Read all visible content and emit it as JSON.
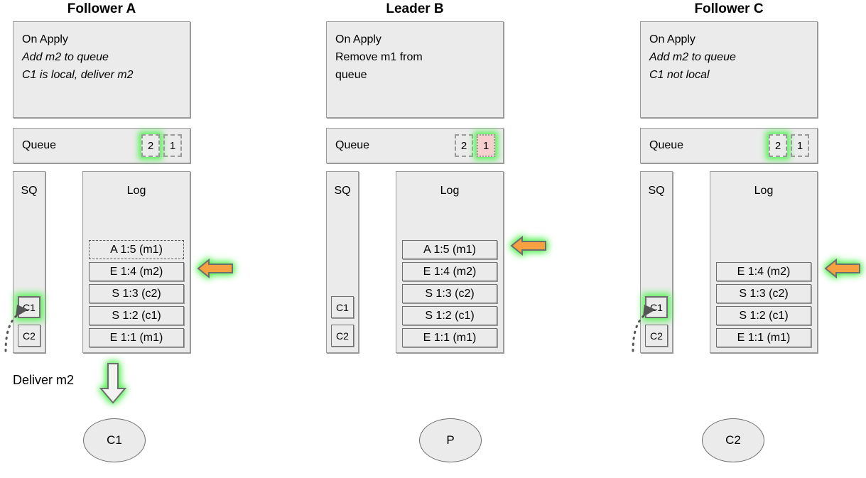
{
  "columns": [
    {
      "id": "follower-a",
      "title": "Follower A",
      "apply": {
        "heading": "On Apply",
        "lines": [
          "Add m2 to queue",
          "C1 is local, deliver m2"
        ]
      },
      "queue": {
        "label": "Queue",
        "slots": [
          {
            "value": "2",
            "style": "dashed",
            "highlight": true
          },
          {
            "value": "1",
            "style": "dashed",
            "highlight": false
          }
        ]
      },
      "sq": {
        "label": "SQ",
        "items": [
          {
            "value": "C1",
            "highlight": true
          },
          {
            "value": "C2",
            "highlight": false
          }
        ]
      },
      "log": {
        "label": "Log",
        "items": [
          {
            "value": "A 1:5 (m1)",
            "style": "dashed"
          },
          {
            "value": "E 1:4 (m2)",
            "style": "solid"
          },
          {
            "value": "S 1:3 (c2)",
            "style": "solid"
          },
          {
            "value": "S 1:2 (c1)",
            "style": "solid"
          },
          {
            "value": "E 1:1 (m1)",
            "style": "solid"
          }
        ]
      },
      "arrow_target_index": 1,
      "has_dotted_connector": true
    },
    {
      "id": "leader-b",
      "title": "Leader B",
      "apply": {
        "heading": "On Apply",
        "lines": [
          "Remove m1 from",
          "queue"
        ]
      },
      "queue": {
        "label": "Queue",
        "slots": [
          {
            "value": "2",
            "style": "dashed",
            "highlight": false
          },
          {
            "value": "1",
            "style": "pink-dotted",
            "highlight": true
          }
        ]
      },
      "sq": {
        "label": "SQ",
        "items": [
          {
            "value": "C1",
            "highlight": false
          },
          {
            "value": "C2",
            "highlight": false
          }
        ]
      },
      "log": {
        "label": "Log",
        "items": [
          {
            "value": "A 1:5 (m1)",
            "style": "solid"
          },
          {
            "value": "E 1:4 (m2)",
            "style": "solid"
          },
          {
            "value": "S 1:3 (c2)",
            "style": "solid"
          },
          {
            "value": "S 1:2 (c1)",
            "style": "solid"
          },
          {
            "value": "E 1:1 (m1)",
            "style": "solid"
          }
        ]
      },
      "arrow_target_index": 0,
      "has_dotted_connector": false
    },
    {
      "id": "follower-c",
      "title": "Follower C",
      "apply": {
        "heading": "On Apply",
        "lines": [
          "Add m2 to queue",
          "C1 not local"
        ]
      },
      "queue": {
        "label": "Queue",
        "slots": [
          {
            "value": "2",
            "style": "dashed",
            "highlight": true
          },
          {
            "value": "1",
            "style": "dashed",
            "highlight": false
          }
        ]
      },
      "sq": {
        "label": "SQ",
        "items": [
          {
            "value": "C1",
            "highlight": true
          },
          {
            "value": "C2",
            "highlight": false
          }
        ]
      },
      "log": {
        "label": "Log",
        "items": [
          {
            "value": "E 1:4 (m2)",
            "style": "solid"
          },
          {
            "value": "S 1:3 (c2)",
            "style": "solid"
          },
          {
            "value": "S 1:2 (c1)",
            "style": "solid"
          },
          {
            "value": "E 1:1 (m1)",
            "style": "solid"
          }
        ]
      },
      "arrow_target_index": 0,
      "has_dotted_connector": true
    }
  ],
  "deliver": {
    "label": "Deliver m2",
    "arrow_icon": "down-arrow-icon"
  },
  "nodes": [
    {
      "id": "c1",
      "label": "C1"
    },
    {
      "id": "p",
      "label": "P"
    },
    {
      "id": "c2",
      "label": "C2"
    }
  ],
  "colors": {
    "arrow_fill": "#f5a142",
    "arrow_stroke": "#6e6e6e",
    "glow": "#5bf25b",
    "panel_fill": "#ebebeb",
    "panel_border": "#9a9a9a",
    "queue_pending_fill": "#f8cfcf",
    "text": "#000000"
  }
}
